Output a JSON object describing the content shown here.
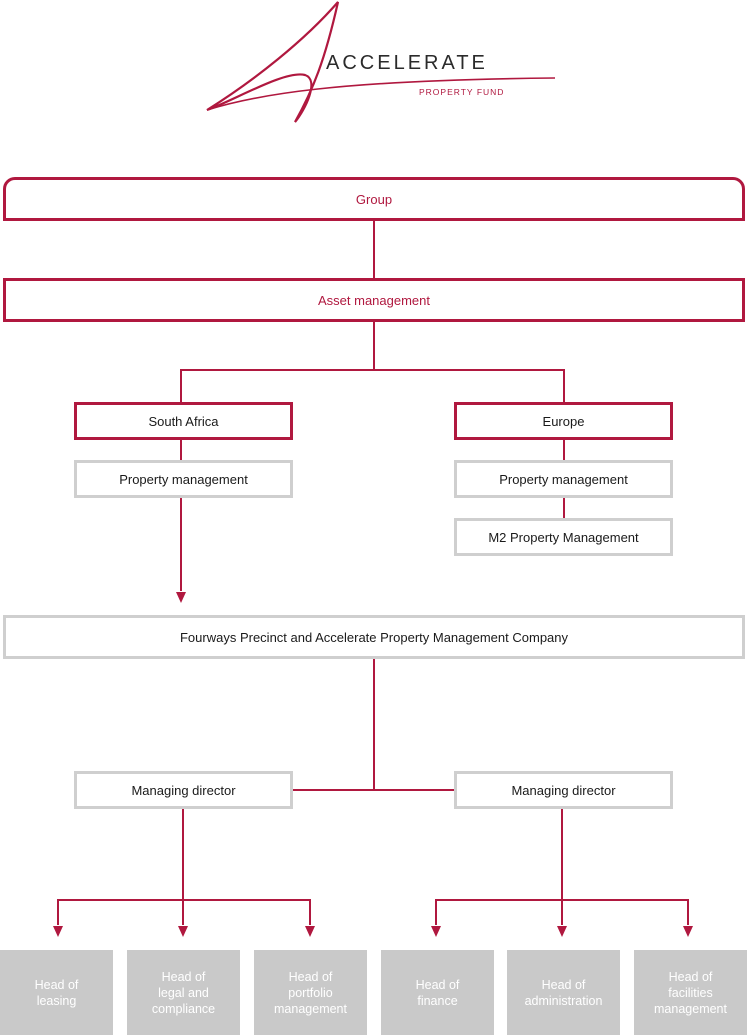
{
  "logo": {
    "word": "ACCELERATE",
    "tagline": "PROPERTY FUND"
  },
  "colors": {
    "accent": "#b0183f",
    "grey_border": "#cfcfcf",
    "leaf_fill": "#c9c9c9"
  },
  "nodes": {
    "group": "Group",
    "asset_management": "Asset management",
    "south_africa": "South Africa",
    "europe": "Europe",
    "sa_property_management": "Property management",
    "eu_property_management": "Property management",
    "m2_property_management": "M2 Property Management",
    "fourways": "Fourways Precinct and Accelerate Property Management Company",
    "md_left": "Managing director",
    "md_right": "Managing director"
  },
  "leaves": [
    "Head of\nleasing",
    "Head of\nlegal and\ncompliance",
    "Head of\nportfolio\nmanagement",
    "Head of\nfinance",
    "Head of\nadministration",
    "Head of\nfacilities\nmanagement"
  ]
}
